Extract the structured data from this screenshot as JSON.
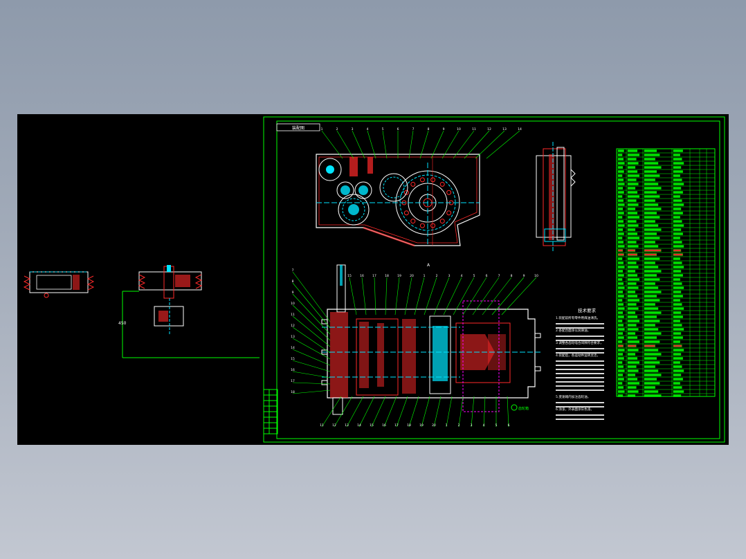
{
  "drawing": {
    "title_tag": "装配图",
    "tech_requirements": {
      "title": "技术要求",
      "lines": [
        "1.装配前所有零件用煤油清洗，",
        "2.各配合面涂以润滑油，",
        "3.调整各齿轮啮合间隙符合要求，",
        "4.装配后，各运动件运转灵活，",
        "5.变速箱内加注齿轮油，",
        "6.涂漆，外表面涂灰色漆。"
      ]
    },
    "side_label": "450",
    "note_label": "齿轮箱",
    "section_mark": "A",
    "part_numbers": [
      "1",
      "2",
      "3",
      "4",
      "5",
      "6",
      "7",
      "8",
      "9",
      "10",
      "11",
      "12",
      "13",
      "14",
      "15",
      "16",
      "17",
      "18",
      "19",
      "20"
    ]
  },
  "colors": {
    "background": "#000000",
    "frame": "#00ff00",
    "outline": "#ffffff",
    "section": "#ff2a2a",
    "centerline": "#00e5ff",
    "hatch": "#ff4040",
    "hidden": "#ff00ff",
    "table_text": "#00ff00",
    "table_red": "#ff3030"
  }
}
